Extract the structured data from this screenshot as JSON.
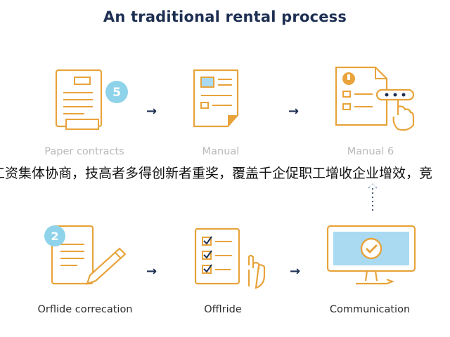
{
  "title": "An traditional rental process",
  "steps_top": [
    {
      "label": "Paper contracts",
      "badge": "5"
    },
    {
      "label": "Manual"
    },
    {
      "label": "Manual 6"
    }
  ],
  "steps_bottom": [
    {
      "label": "Orflide correcation",
      "badge": "2"
    },
    {
      "label": "Offlride"
    },
    {
      "label": "Communication"
    }
  ],
  "overlay_caption": "工资集体协商，技高者多得创新者重奖，覆盖千企促职工增收企业增效，竞",
  "colors": {
    "accent": "#e8a33b",
    "navy": "#1d2f52",
    "badge": "#8fd3ea",
    "screen": "#a9daf2"
  }
}
